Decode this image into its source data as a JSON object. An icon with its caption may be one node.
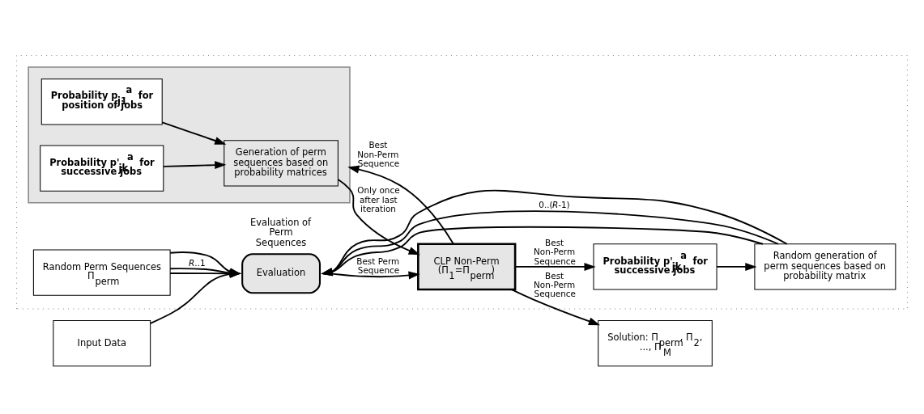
{
  "diagram": {
    "nodes": [
      {
        "text": [],
        "shape": "box"
      },
      {
        "text": [
          "Input Data"
        ]
      },
      {
        "text": [
          "Evaluation"
        ],
        "in": 0,
        "beside": [
          "Evaluation of Perm Sequences"
        ]
      },
      {
        "text": [],
        "shape": "box",
        "in": 0
      },
      {
        "text": [
          "Generation of perm sequences based on probability matrices"
        ],
        "in": 3
      },
      {
        "text": [
          "Probability p$_{j1}$$^{a}$ for position of jobs"
        ],
        "in": 3
      },
      {
        "text": [
          "Probability p'$_{jk}$$^{a}$ for successive jobs"
        ],
        "in": 3
      },
      {
        "text": [
          "CLP Non-Perm",
          "(Π$_{1}$=Π$_{perm}$)"
        ],
        "in": 0
      },
      {
        "text": [
          "Solution: Π$_{perm}$, Π$_{2}$, ..., Π$_{M}$"
        ]
      },
      {
        "text": [
          "Probability p'$_{jk}$$^{a}$ for successive jobs"
        ],
        "in": 0
      },
      {
        "text": [
          "Random generation of perm sequences based on probability matrix"
        ],
        "in": 0
      },
      {
        "text": [
          "Random Perm Sequences Π$_{perm}$"
        ],
        "in": 0
      }
    ],
    "edges": [
      {
        "from": 1,
        "to": 2,
        "arrow": "to"
      },
      {
        "from": 2,
        "to": 7,
        "arrow": "to",
        "label": "Best Perm Sequence"
      },
      {
        "from": 4,
        "to": 7,
        "arrow": "to",
        "label": "Only once after last iteration"
      },
      {
        "from": 7,
        "to": 3,
        "arrow": "to",
        "label": "Best Non-Perm Sequence"
      },
      {
        "from": 5,
        "to": 4,
        "arrow": "to"
      },
      {
        "from": 6,
        "to": 4,
        "arrow": "to"
      },
      {
        "from": 7,
        "to": 9,
        "arrow": "to",
        "label": "Best Non-Perm Sequence"
      },
      {
        "from": 7,
        "to": 8,
        "arrow": "to",
        "label": "Best Non-Perm Sequence"
      },
      {
        "from": 9,
        "to": 10,
        "arrow": "to"
      },
      {
        "from": 11,
        "to": 2,
        "arrow": "to"
      },
      {
        "from": 11,
        "to": 2,
        "arrow": "to",
        "label": "*R*..1"
      },
      {
        "from": 11,
        "to": 2,
        "arrow": "to"
      },
      {
        "from": 10,
        "to": 2,
        "arrow": "to"
      },
      {
        "from": 10,
        "to": 2,
        "arrow": "to",
        "label": "0..(*R*-1)"
      },
      {
        "from": 10,
        "to": 2,
        "arrow": "to"
      }
    ]
  }
}
